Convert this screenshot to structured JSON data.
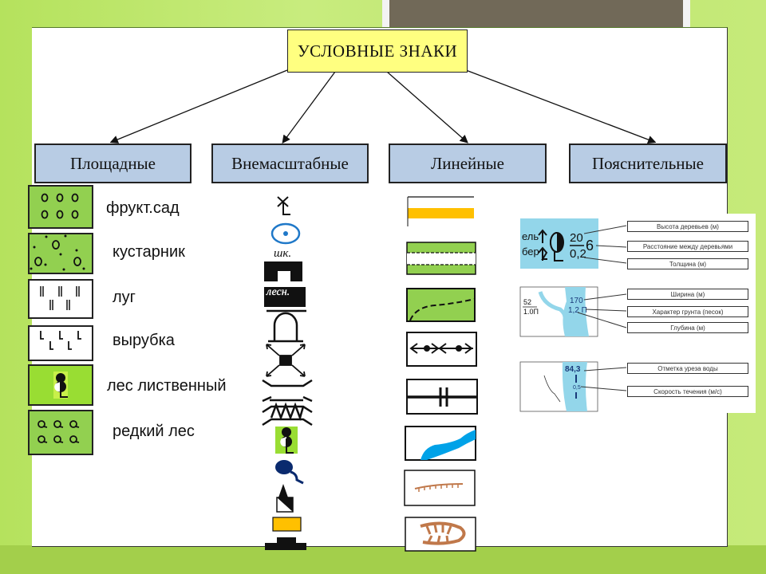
{
  "title": "УСЛОВНЫЕ ЗНАКИ",
  "categories": [
    {
      "label": "Площадные"
    },
    {
      "label": "Внемасштабные"
    },
    {
      "label": "Линейные"
    },
    {
      "label": "Пояснительные"
    }
  ],
  "area_symbols": [
    {
      "label": "фрукт.сад",
      "icon": "orchard-icon"
    },
    {
      "label": "кустарник",
      "icon": "shrub-icon"
    },
    {
      "label": "луг",
      "icon": "meadow-icon"
    },
    {
      "label": "вырубка",
      "icon": "clearing-icon"
    },
    {
      "label": "лес лиственный",
      "icon": "deciduous-forest-icon"
    },
    {
      "label": "редкий лес",
      "icon": "sparse-forest-icon"
    }
  ],
  "offscale_symbols": {
    "school_text": "шк.",
    "forestry_text": "лесн."
  },
  "explanatory": {
    "forest": {
      "species_1": "ель",
      "species_2": "бер",
      "height": "20",
      "diameter": "0,2",
      "spacing": "6",
      "labels": [
        "Высота деревьев (м)",
        "Расстояние между деревьями",
        "Толщина (м)"
      ]
    },
    "river": {
      "stream_top": "52",
      "stream_bottom": "1.0П",
      "width": "170",
      "depth_soil": "1,2 П",
      "labels": [
        "Ширина (м)",
        "Характер грунта (песок)",
        "Глубина (м)"
      ]
    },
    "water": {
      "elevation": "84,3",
      "speed": "0,5",
      "labels": [
        "Отметка уреза воды",
        "Скорость течения (м/с)"
      ]
    }
  },
  "colors": {
    "title_bg": "#ffff80",
    "category_bg": "#b8cce4",
    "area_green": "#92d050",
    "water_blue": "#00a2e8",
    "road_orange": "#ffc000",
    "relief_brown": "#c0784a",
    "explain_blue": "#93d6ea"
  }
}
